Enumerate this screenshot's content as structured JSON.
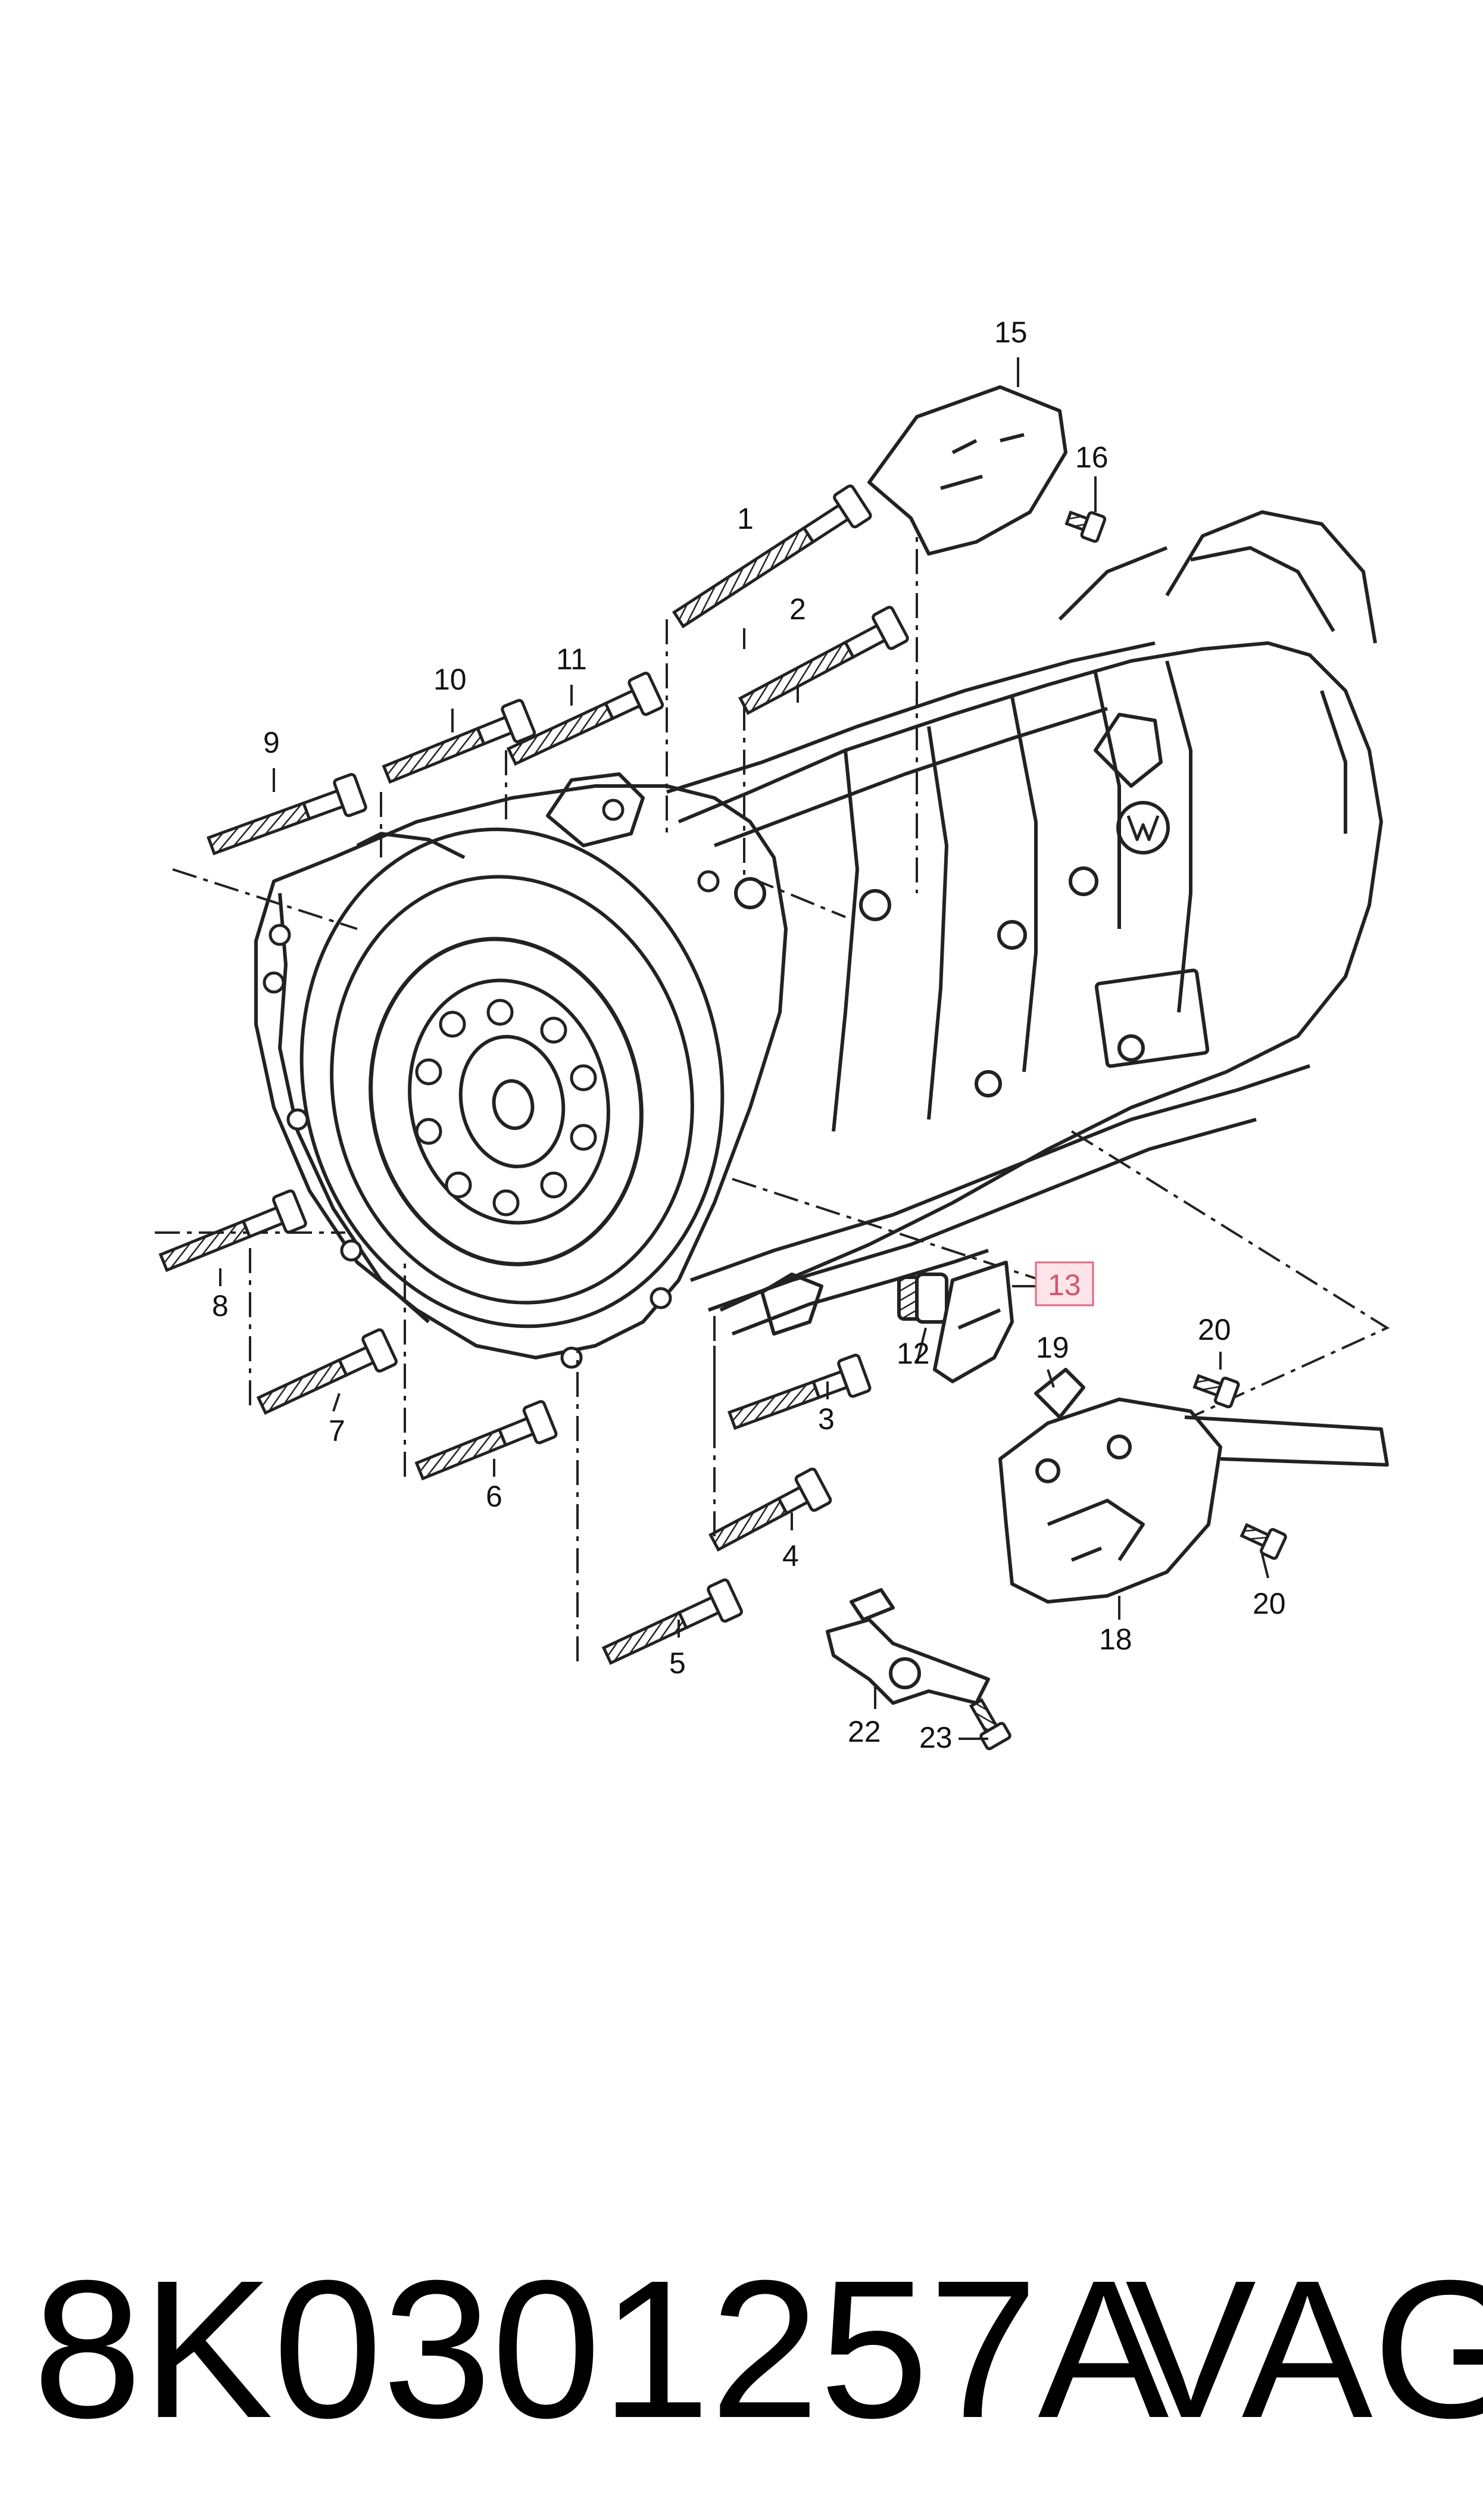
{
  "colors": {
    "line": "#222222",
    "highlight_fill": "#fce4e8",
    "highlight_border": "#e26a80",
    "highlight_text": "#d2566c"
  },
  "callouts": {
    "p1": "1",
    "p2": "2",
    "p3": "3",
    "p4": "4",
    "p5": "5",
    "p6": "6",
    "p7": "7",
    "p8": "8",
    "p9": "9",
    "p10": "10",
    "p11": "11",
    "p12": "12",
    "p13": "13",
    "p15": "15",
    "p16": "16",
    "p18": "18",
    "p19": "19",
    "p20a": "20",
    "p20b": "20",
    "p22": "22",
    "p23": "23"
  },
  "highlighted_part": "13",
  "part_number": "8K0301257A",
  "brand": "VAG"
}
